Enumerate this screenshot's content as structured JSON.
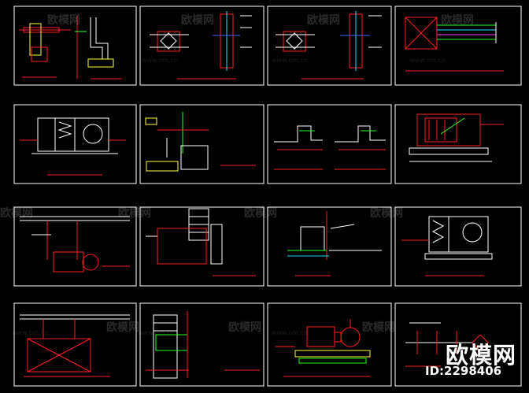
{
  "watermark": {
    "brand": "欧模网",
    "url": "www.om.cn"
  },
  "brand_badge": {
    "name": "欧模网",
    "id": "ID:2298406"
  },
  "colors": {
    "frame": "#ffffff",
    "red": "#ff2020",
    "green": "#20ff20",
    "yellow": "#ffff40",
    "cyan": "#20e0ff",
    "blue": "#4060ff",
    "magenta": "#ff40ff"
  }
}
